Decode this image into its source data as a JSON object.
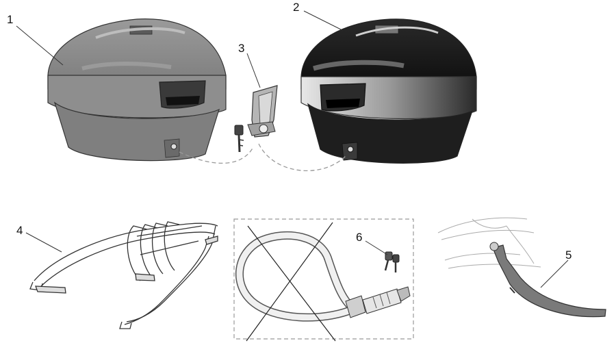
{
  "callouts": [
    {
      "id": "top-case-grey",
      "number": "1"
    },
    {
      "id": "top-case-black",
      "number": "2"
    },
    {
      "id": "mounting-plate",
      "number": "3"
    },
    {
      "id": "rear-rack",
      "number": "4"
    },
    {
      "id": "side-stand",
      "number": "5"
    },
    {
      "id": "keys",
      "number": "6"
    }
  ],
  "colors": {
    "line": "#333333",
    "grey_case": "#8a8a8a",
    "black_case": "#1a1a1a",
    "dashed_frame": "#999999",
    "stand": "#7a7a7a"
  },
  "icons": [
    "top-case-icon",
    "mounting-plate-icon",
    "key-icon",
    "rear-rack-icon",
    "cable-lock-icon",
    "side-stand-icon"
  ]
}
